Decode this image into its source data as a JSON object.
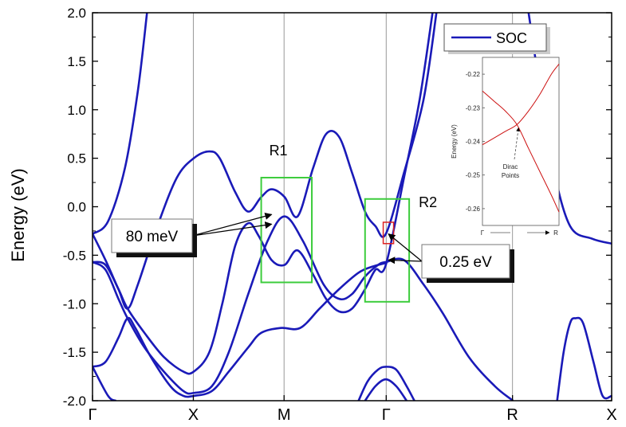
{
  "chart_data": {
    "type": "line",
    "ylabel": "Energy (eV)",
    "ylim": [
      -2.0,
      2.0
    ],
    "y_ticks": [
      "2.0",
      "1.5",
      "1.0",
      "0.5",
      "0.0",
      "-0.5",
      "-1.0",
      "-1.5",
      "-2.0"
    ],
    "k_points": [
      "Γ",
      "X",
      "M",
      "Γ",
      "R",
      "X"
    ],
    "k_positions": [
      0,
      0.777,
      1.476,
      2.263,
      3.236,
      4.0
    ],
    "grid": "vertical lines at high-symmetry points",
    "legend": {
      "label": "SOC",
      "position": "top-right",
      "color": "#1a1ab8"
    },
    "series_color": "#1a1ab8",
    "bands": [
      [
        [
          0,
          -0.28
        ],
        [
          0.12,
          -0.15
        ],
        [
          0.25,
          0.4
        ],
        [
          0.35,
          1.2
        ],
        [
          0.42,
          2.0
        ]
      ],
      [
        [
          0,
          -0.28
        ],
        [
          0.1,
          -0.55
        ],
        [
          0.2,
          -0.85
        ],
        [
          0.27,
          -1.05
        ],
        [
          0.35,
          -0.8
        ],
        [
          0.5,
          -0.2
        ],
        [
          0.65,
          0.3
        ],
        [
          0.78,
          0.5
        ],
        [
          0.9,
          0.57
        ],
        [
          0.98,
          0.5
        ],
        [
          1.1,
          0.15
        ],
        [
          1.2,
          -0.05
        ],
        [
          1.3,
          0.1
        ],
        [
          1.38,
          0.18
        ],
        [
          1.48,
          0.1
        ],
        [
          1.58,
          -0.1
        ],
        [
          1.7,
          0.4
        ],
        [
          1.8,
          0.75
        ],
        [
          1.9,
          0.72
        ],
        [
          2.0,
          0.35
        ],
        [
          2.1,
          -0.05
        ],
        [
          2.18,
          -0.2
        ],
        [
          2.26,
          -0.28
        ],
        [
          2.4,
          0.35
        ],
        [
          2.55,
          1.1
        ],
        [
          2.65,
          2.0
        ]
      ],
      [
        [
          0,
          -0.57
        ],
        [
          0.1,
          -0.6
        ],
        [
          0.2,
          -0.85
        ],
        [
          0.27,
          -1.05
        ],
        [
          0.4,
          -1.3
        ],
        [
          0.55,
          -1.55
        ],
        [
          0.7,
          -1.7
        ],
        [
          0.78,
          -1.7
        ],
        [
          0.9,
          -1.5
        ],
        [
          1.0,
          -1.0
        ],
        [
          1.1,
          -0.4
        ],
        [
          1.2,
          -0.17
        ],
        [
          1.28,
          -0.3
        ],
        [
          1.38,
          -0.55
        ],
        [
          1.48,
          -0.6
        ],
        [
          1.58,
          -0.45
        ],
        [
          1.7,
          -0.7
        ],
        [
          1.8,
          -0.95
        ],
        [
          1.9,
          -1.08
        ],
        [
          2.0,
          -1.05
        ],
        [
          2.1,
          -0.85
        ],
        [
          2.18,
          -0.65
        ],
        [
          2.26,
          -0.6
        ],
        [
          2.4,
          0.3
        ],
        [
          2.52,
          1.1
        ],
        [
          2.62,
          2.0
        ]
      ],
      [
        [
          0,
          -0.57
        ],
        [
          0.1,
          -0.65
        ],
        [
          0.2,
          -0.95
        ],
        [
          0.27,
          -1.15
        ],
        [
          0.4,
          -1.45
        ],
        [
          0.55,
          -1.7
        ],
        [
          0.7,
          -1.9
        ],
        [
          0.78,
          -1.92
        ],
        [
          0.92,
          -1.85
        ],
        [
          1.05,
          -1.5
        ],
        [
          1.2,
          -0.9
        ],
        [
          1.35,
          -0.35
        ],
        [
          1.48,
          -0.1
        ],
        [
          1.62,
          -0.35
        ],
        [
          1.78,
          -0.8
        ],
        [
          1.9,
          -0.95
        ],
        [
          2.0,
          -0.9
        ],
        [
          2.1,
          -0.72
        ],
        [
          2.2,
          -0.6
        ],
        [
          2.26,
          -0.57
        ],
        [
          2.4,
          -0.55
        ],
        [
          2.55,
          -0.8
        ],
        [
          2.7,
          -1.1
        ],
        [
          2.9,
          -1.55
        ],
        [
          3.1,
          -1.85
        ],
        [
          3.24,
          -2.0
        ]
      ],
      [
        [
          0,
          -1.65
        ],
        [
          0.1,
          -1.6
        ],
        [
          0.2,
          -1.35
        ],
        [
          0.27,
          -1.15
        ],
        [
          0.33,
          -1.25
        ],
        [
          0.45,
          -1.55
        ],
        [
          0.6,
          -1.85
        ],
        [
          0.7,
          -1.95
        ],
        [
          0.78,
          -1.95
        ],
        [
          0.92,
          -1.9
        ],
        [
          1.05,
          -1.7
        ],
        [
          1.2,
          -1.45
        ],
        [
          1.3,
          -1.3
        ],
        [
          1.45,
          -1.25
        ],
        [
          1.6,
          -1.25
        ],
        [
          1.75,
          -1.05
        ],
        [
          1.9,
          -0.85
        ],
        [
          2.05,
          -0.68
        ],
        [
          2.15,
          -0.62
        ],
        [
          2.26,
          -0.58
        ]
      ],
      [
        [
          0,
          -1.65
        ],
        [
          0.12,
          -1.95
        ],
        [
          0.18,
          -2.0
        ]
      ],
      [
        [
          2.05,
          -2.0
        ],
        [
          2.12,
          -1.8
        ],
        [
          2.2,
          -1.68
        ],
        [
          2.26,
          -1.65
        ],
        [
          2.34,
          -1.68
        ],
        [
          2.42,
          -1.85
        ],
        [
          2.48,
          -2.0
        ]
      ],
      [
        [
          2.1,
          -2.0
        ],
        [
          2.18,
          -1.85
        ],
        [
          2.26,
          -1.78
        ],
        [
          2.34,
          -1.85
        ],
        [
          2.42,
          -2.0
        ]
      ],
      [
        [
          3.36,
          2.0
        ],
        [
          3.45,
          1.2
        ],
        [
          3.55,
          0.4
        ],
        [
          3.68,
          -0.2
        ],
        [
          3.85,
          -0.33
        ],
        [
          4.0,
          -0.38
        ]
      ],
      [
        [
          3.58,
          -2.0
        ],
        [
          3.63,
          -1.5
        ],
        [
          3.68,
          -1.2
        ],
        [
          3.72,
          -1.15
        ],
        [
          3.78,
          -1.2
        ],
        [
          3.86,
          -1.6
        ],
        [
          3.93,
          -1.95
        ],
        [
          4.0,
          -1.95
        ]
      ]
    ],
    "regions": [
      {
        "label": "R1",
        "x": [
          1.3,
          1.69
        ],
        "y": [
          -0.78,
          0.3
        ],
        "color": "#3ccc3c"
      },
      {
        "label": "R2",
        "x": [
          2.1,
          2.44
        ],
        "y": [
          -0.98,
          0.08
        ],
        "color": "#3ccc3c"
      }
    ],
    "dirac_marker": {
      "x": [
        2.24,
        2.32
      ],
      "y": [
        -0.38,
        -0.16
      ],
      "color": "#dd2222"
    },
    "annotations": [
      {
        "text": "80 meV",
        "targets": [
          [
            1.38,
            -0.08
          ],
          [
            1.38,
            -0.18
          ]
        ]
      },
      {
        "text": "0.25 eV",
        "targets": [
          [
            2.28,
            -0.28
          ],
          [
            2.28,
            -0.55
          ]
        ]
      }
    ],
    "inset": {
      "type": "line",
      "ylabel": "Energy (eV)",
      "ylim": [
        -0.265,
        -0.215
      ],
      "y_ticks": [
        "-0.22",
        "-0.23",
        "-0.24",
        "-0.25",
        "-0.26"
      ],
      "x_labels": [
        "Γ",
        "R"
      ],
      "annotation": "Dirac Points",
      "color": "#cc1111",
      "series": [
        {
          "x": [
            0,
            0.15,
            0.3,
            0.45,
            0.6,
            0.75,
            0.9,
            1.0
          ],
          "values": [
            -0.225,
            -0.228,
            -0.231,
            -0.235,
            -0.242,
            -0.249,
            -0.256,
            -0.261
          ]
        },
        {
          "x": [
            0,
            0.15,
            0.3,
            0.45,
            0.6,
            0.75,
            0.9,
            1.0
          ],
          "values": [
            -0.241,
            -0.239,
            -0.237,
            -0.235,
            -0.231,
            -0.226,
            -0.22,
            -0.217
          ]
        }
      ]
    }
  }
}
